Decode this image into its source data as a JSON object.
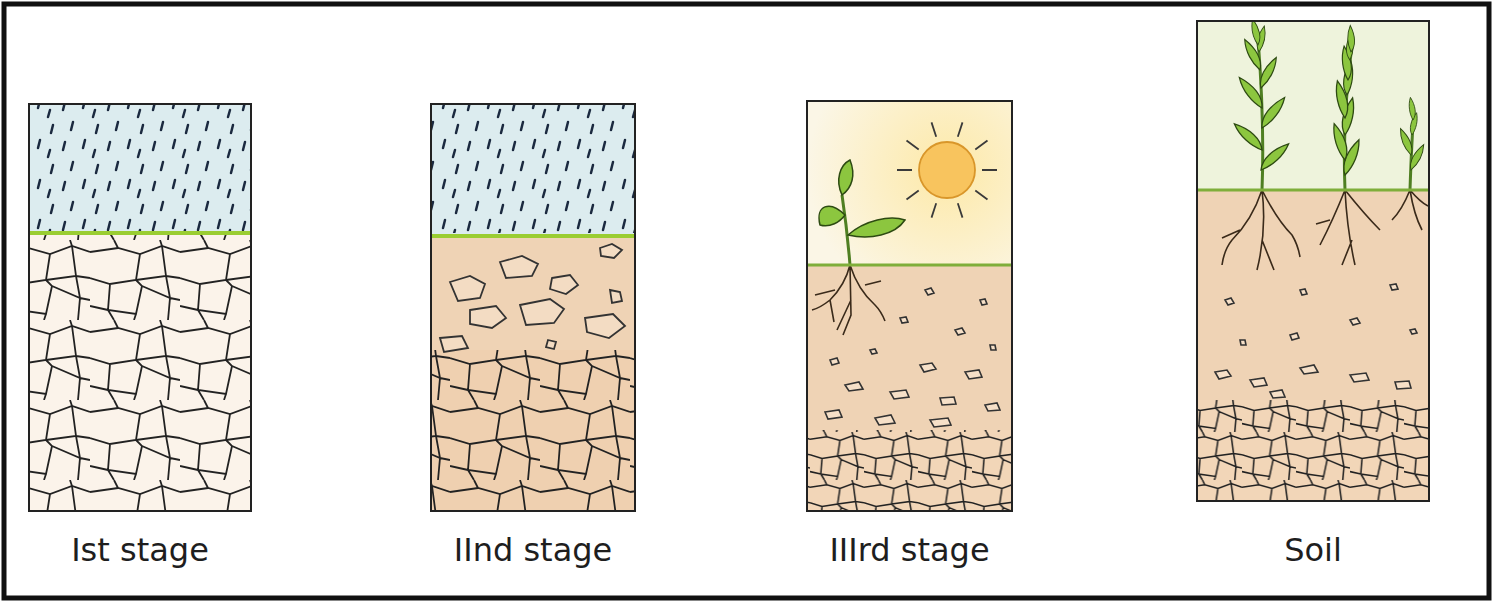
{
  "diagram": {
    "nodes": [
      {
        "text": [
          "Ist stage"
        ]
      },
      {
        "text": [
          "IInd stage"
        ]
      },
      {
        "text": [
          "IIIrd stage"
        ]
      },
      {
        "text": [
          "Soil"
        ]
      }
    ]
  }
}
